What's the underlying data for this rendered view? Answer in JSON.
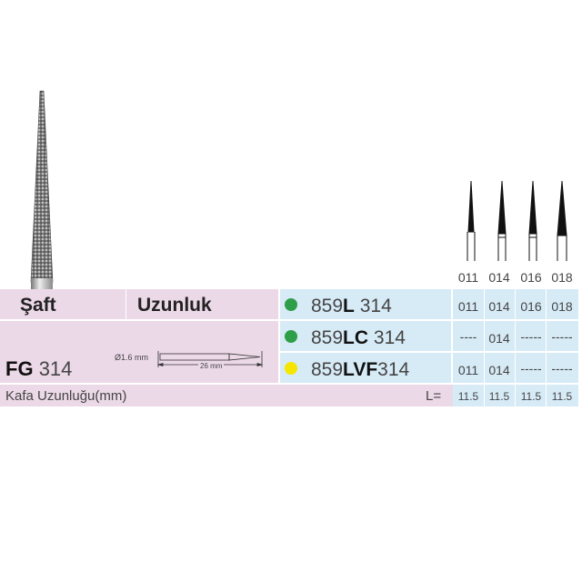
{
  "header": {
    "shaft_label": "Şaft",
    "length_label": "Uzunluk"
  },
  "shank": {
    "prefix": "FG",
    "code": "314"
  },
  "dimensions": {
    "diameter": "Ø1.6 mm",
    "length": "26 mm"
  },
  "sizes": [
    "011",
    "014",
    "016",
    "018"
  ],
  "products": [
    {
      "base": "859",
      "suffix": "L",
      "code": "314",
      "dot_color": "#2e9e48",
      "sizes": [
        "011",
        "014",
        "016",
        "018"
      ]
    },
    {
      "base": "859",
      "suffix": "LC",
      "code": "314",
      "dot_color": "#2e9e48",
      "sizes": [
        "----",
        "014",
        "-----",
        "-----"
      ]
    },
    {
      "base": "859",
      "suffix": "LVF",
      "code": "314",
      "dot_color": "#f5e600",
      "sizes": [
        "011",
        "014",
        "-----",
        "-----"
      ]
    }
  ],
  "head_length": {
    "label": "Kafa Uzunluğu(mm)",
    "symbol": "L=",
    "values": [
      "11.5",
      "11.5",
      "11.5",
      "11.5"
    ]
  },
  "colors": {
    "pink": "#ecd9e8",
    "blue": "#d7ebf7"
  }
}
